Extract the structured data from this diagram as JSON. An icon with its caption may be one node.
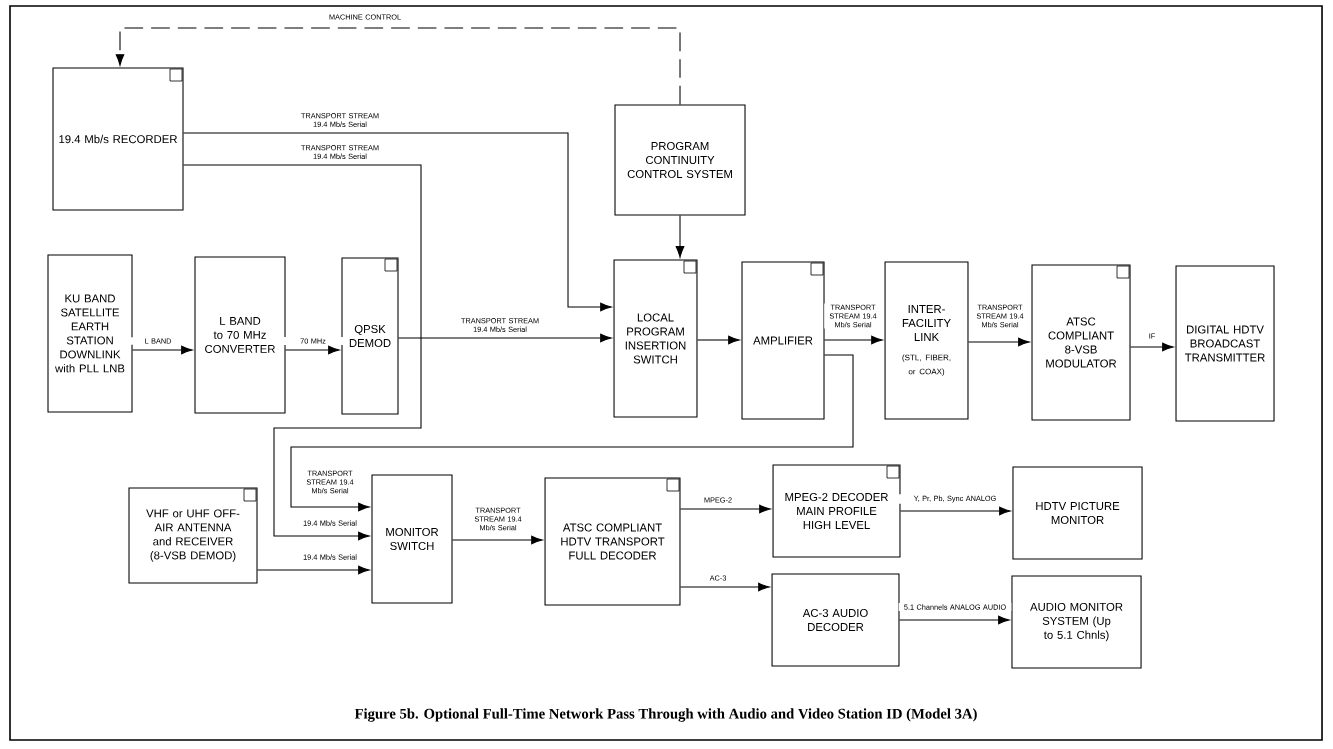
{
  "diagram": {
    "caption": "Figure 5b. Optional Full-Time Network Pass Through with Audio and Video Station ID (Model 3A)",
    "nodes": [
      {
        "text": [
          "19.4 Mb/s RECORDER"
        ]
      },
      {
        "text": [
          "PROGRAM CONTINUITY CONTROL SYSTEM"
        ]
      },
      {
        "text": [
          "KU BAND SATELLITE EARTH STATION DOWNLINK with PLL LNB"
        ]
      },
      {
        "text": [
          "L BAND to 70 MHz CONVERTER"
        ]
      },
      {
        "text": [
          "QPSK DEMOD"
        ]
      },
      {
        "text": [
          "LOCAL PROGRAM INSERTION SWITCH"
        ]
      },
      {
        "text": [
          "AMPLIFIER"
        ]
      },
      {
        "text": [
          "INTER-FACILITY LINK",
          "(STL, FIBER, or COAX)"
        ]
      },
      {
        "text": [
          "ATSC COMPLIANT 8-VSB MODULATOR"
        ]
      },
      {
        "text": [
          "DIGITAL HDTV BROADCAST TRANSMITTER"
        ]
      },
      {
        "text": [
          "VHF or UHF OFF-AIR ANTENNA and RECEIVER (8-VSB DEMOD)"
        ]
      },
      {
        "text": [
          "MONITOR SWITCH"
        ]
      },
      {
        "text": [
          "ATSC COMPLIANT HDTV TRANSPORT FULL DECODER"
        ]
      },
      {
        "text": [
          "MPEG-2 DECODER MAIN PROFILE HIGH LEVEL"
        ]
      },
      {
        "text": [
          "HDTV PICTURE MONITOR"
        ]
      },
      {
        "text": [
          "AC-3 AUDIO DECODER"
        ]
      },
      {
        "text": [
          "AUDIO MONITOR SYSTEM (Up to 5.1 Chnls)"
        ]
      }
    ],
    "edges": [
      {
        "from": 1,
        "to": 0,
        "arrow": "to",
        "style": "dashed",
        "label": "MACHINE CONTROL"
      },
      {
        "from": 0,
        "to": 5,
        "arrow": "to",
        "label": "TRANSPORT STREAM 19.4 Mb/s Serial"
      },
      {
        "from": 0,
        "to": 11,
        "arrow": "to",
        "label": "TRANSPORT STREAM 19.4 Mb/s Serial"
      },
      {
        "from": 2,
        "to": 3,
        "arrow": "to",
        "label": "L BAND"
      },
      {
        "from": 3,
        "to": 4,
        "arrow": "to",
        "label": "70 MHz"
      },
      {
        "from": 4,
        "to": 5,
        "arrow": "to",
        "label": "TRANSPORT STREAM 19.4 Mb/s Serial"
      },
      {
        "from": 1,
        "to": 5,
        "arrow": "to"
      },
      {
        "from": 5,
        "to": 6,
        "arrow": "to"
      },
      {
        "from": 6,
        "to": 7,
        "arrow": "to",
        "label": "TRANSPORT STREAM 19.4 Mb/s Serial"
      },
      {
        "from": 6,
        "to": 11,
        "arrow": "to",
        "label": "TRANSPORT STREAM 19.4 Mb/s Serial"
      },
      {
        "from": 7,
        "to": 8,
        "arrow": "to",
        "label": "TRANSPORT STREAM 19.4 Mb/s Serial"
      },
      {
        "from": 8,
        "to": 9,
        "arrow": "to",
        "label": "IF"
      },
      {
        "from": 10,
        "to": 11,
        "arrow": "to",
        "label": "19.4 Mb/s Serial"
      },
      {
        "from": 11,
        "to": 12,
        "arrow": "to",
        "label": "TRANSPORT STREAM 19.4 Mb/s Serial"
      },
      {
        "from": 12,
        "to": 13,
        "arrow": "to",
        "label": "MPEG-2"
      },
      {
        "from": 12,
        "to": 15,
        "arrow": "to",
        "label": "AC-3"
      },
      {
        "from": 13,
        "to": 14,
        "arrow": "to",
        "label": "Y, Pr, Pb, Sync ANALOG"
      },
      {
        "from": 15,
        "to": 16,
        "arrow": "to",
        "label": "5.1 Channels ANALOG AUDIO"
      }
    ],
    "labels": [
      "19.4 Mb/s Serial"
    ]
  }
}
